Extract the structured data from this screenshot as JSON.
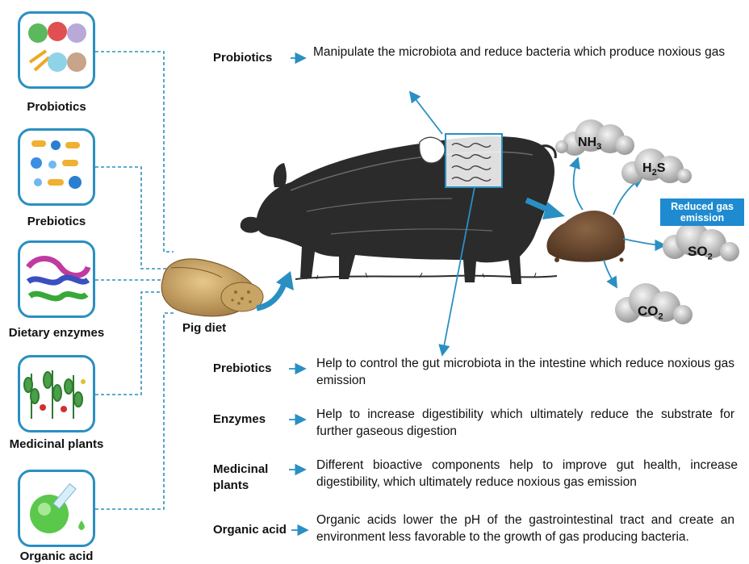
{
  "cards": [
    {
      "label": "Probiotics",
      "icon": "probiotics-bacteria-icon"
    },
    {
      "label": "Prebiotics",
      "icon": "prebiotics-molecules-icon"
    },
    {
      "label": "Dietary enzymes",
      "icon": "enzyme-protein-icon"
    },
    {
      "label": "Medicinal plants",
      "icon": "medicinal-plants-icon"
    },
    {
      "label": "Organic acid",
      "icon": "flask-icon"
    }
  ],
  "center": {
    "pig_diet_label": "Pig diet",
    "pig_icon": "pig-illustration",
    "feed_icon": "feed-sack-icon",
    "manure_icon": "manure-pile-icon"
  },
  "gases": {
    "nh3": {
      "base": "NH",
      "sub": "3"
    },
    "h2s": {
      "pre": "H",
      "sub": "2",
      "post": "S"
    },
    "so2": {
      "base": "SO",
      "sub": "2"
    },
    "co2": {
      "base": "CO",
      "sub": "2"
    }
  },
  "badge": {
    "line1": "Reduced gas",
    "line2": "emission"
  },
  "definitions": {
    "probiotics": {
      "label": "Probiotics",
      "text": "Manipulate the microbiota and reduce bacteria which produce noxious gas"
    },
    "prebiotics": {
      "label": "Prebiotics",
      "text": "Help to control the gut microbiota in the intestine which reduce noxious gas emission"
    },
    "enzymes": {
      "label": "Enzymes",
      "text": "Help to increase digestibility which ultimately reduce the substrate for further gaseous digestion"
    },
    "medicinal": {
      "label_line1": "Medicinal",
      "label_line2": "plants",
      "text": "Different bioactive components help to improve gut health, increase digestibility, which ultimately reduce noxious gas emission"
    },
    "organic": {
      "label": "Organic acid",
      "text": "Organic acids lower the pH of the gastrointestinal tract and create an environment less favorable to the growth of gas producing bacteria."
    }
  },
  "colors": {
    "accent": "#2a8fc2",
    "badge": "#1e8bd0",
    "manure": "#6b4a30",
    "gas": "#b8b8b8"
  }
}
